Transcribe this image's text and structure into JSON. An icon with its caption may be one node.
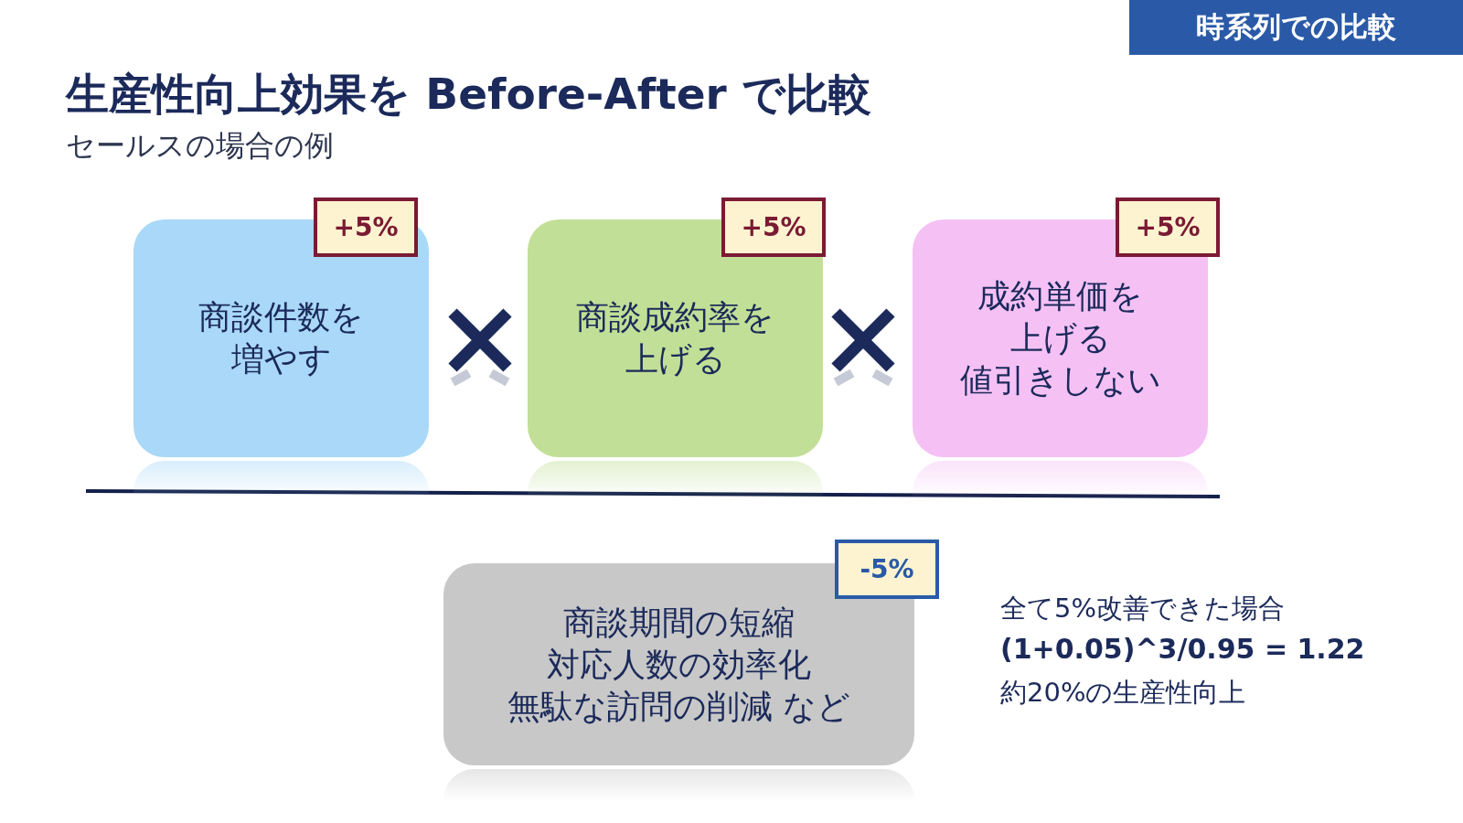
{
  "diagram": {
    "title": "生産性向上効果を Before-After で比較",
    "nodes": [
      {
        "text": [
          "+5%",
          "商談件数を増やす"
        ]
      },
      {
        "text": [
          "+5%",
          "商談成約率を上げる"
        ]
      },
      {
        "text": [
          "+5%",
          "成約単価を上げる",
          "値引きしない"
        ]
      },
      {
        "text": [
          "-5%",
          "商談期間の短縮",
          "対応人数の効率化",
          "無駄な訪問の削減 など"
        ]
      }
    ],
    "labels": [
      "時系列での比較",
      "セールスの場合の例",
      "全て5%改善できた場合",
      "(1+0.05)^3/0.95 = 1.22",
      "約20%の生産性向上"
    ]
  }
}
